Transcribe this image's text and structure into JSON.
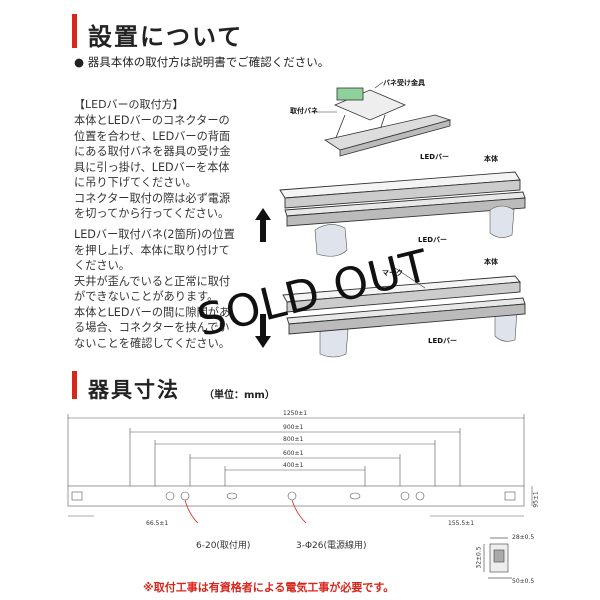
{
  "section1": {
    "title": "設置について",
    "bullet": "● 器具本体の取付方は説明書でご確認ください。",
    "subheading": "【LEDバーの取付方】",
    "para1": "本体とLEDバーのコネクターの\n位置を合わせ、LEDバーの背面\nにある取付バネを器具の受け金\n具に引っ掛け、LEDバーを本体\nに吊り下げてください。\nコネクター取付の際は必ず電源\nを切ってから行ってください。",
    "para2": "LEDバー取付バネ(2箇所)の位置\nを押し上げ、本体に取り付けて\nください。\n天井が歪んでいると正常に取付\nができないことがあります。\n本体とLEDバーの間に隙間があ\nる場合、コネクターを挟んでい\nないことを確認してください。"
  },
  "diagram1": {
    "spring_bracket": "バネ受け金具",
    "mounting_spring": "取付バネ",
    "led_bar_top": "LEDバー",
    "body_top": "本体",
    "led_bar_mid": "LEDバー",
    "mark": "マーク",
    "body_bottom": "本体",
    "led_bar_bottom": "LEDバー"
  },
  "stamp": {
    "text": "SOLD OUT"
  },
  "section2": {
    "title": "器具寸法",
    "unit": "（単位：mm）"
  },
  "dimensions": {
    "d1": "1250±1",
    "d2": "900±1",
    "d3": "800±1",
    "d4": "600±1",
    "d5": "400±1",
    "left_offset": "66.5±1",
    "right_offset": "155.5±1",
    "height": "95±1",
    "width": "28±0.5",
    "height2": "32±0.5",
    "depth": "50±0.5",
    "hole_mount": "6-20(取付用)",
    "hole_power": "3-Φ26(電源線用)"
  },
  "footer": {
    "note": "※取付工事は有資格者による電気工事が必要です。"
  }
}
